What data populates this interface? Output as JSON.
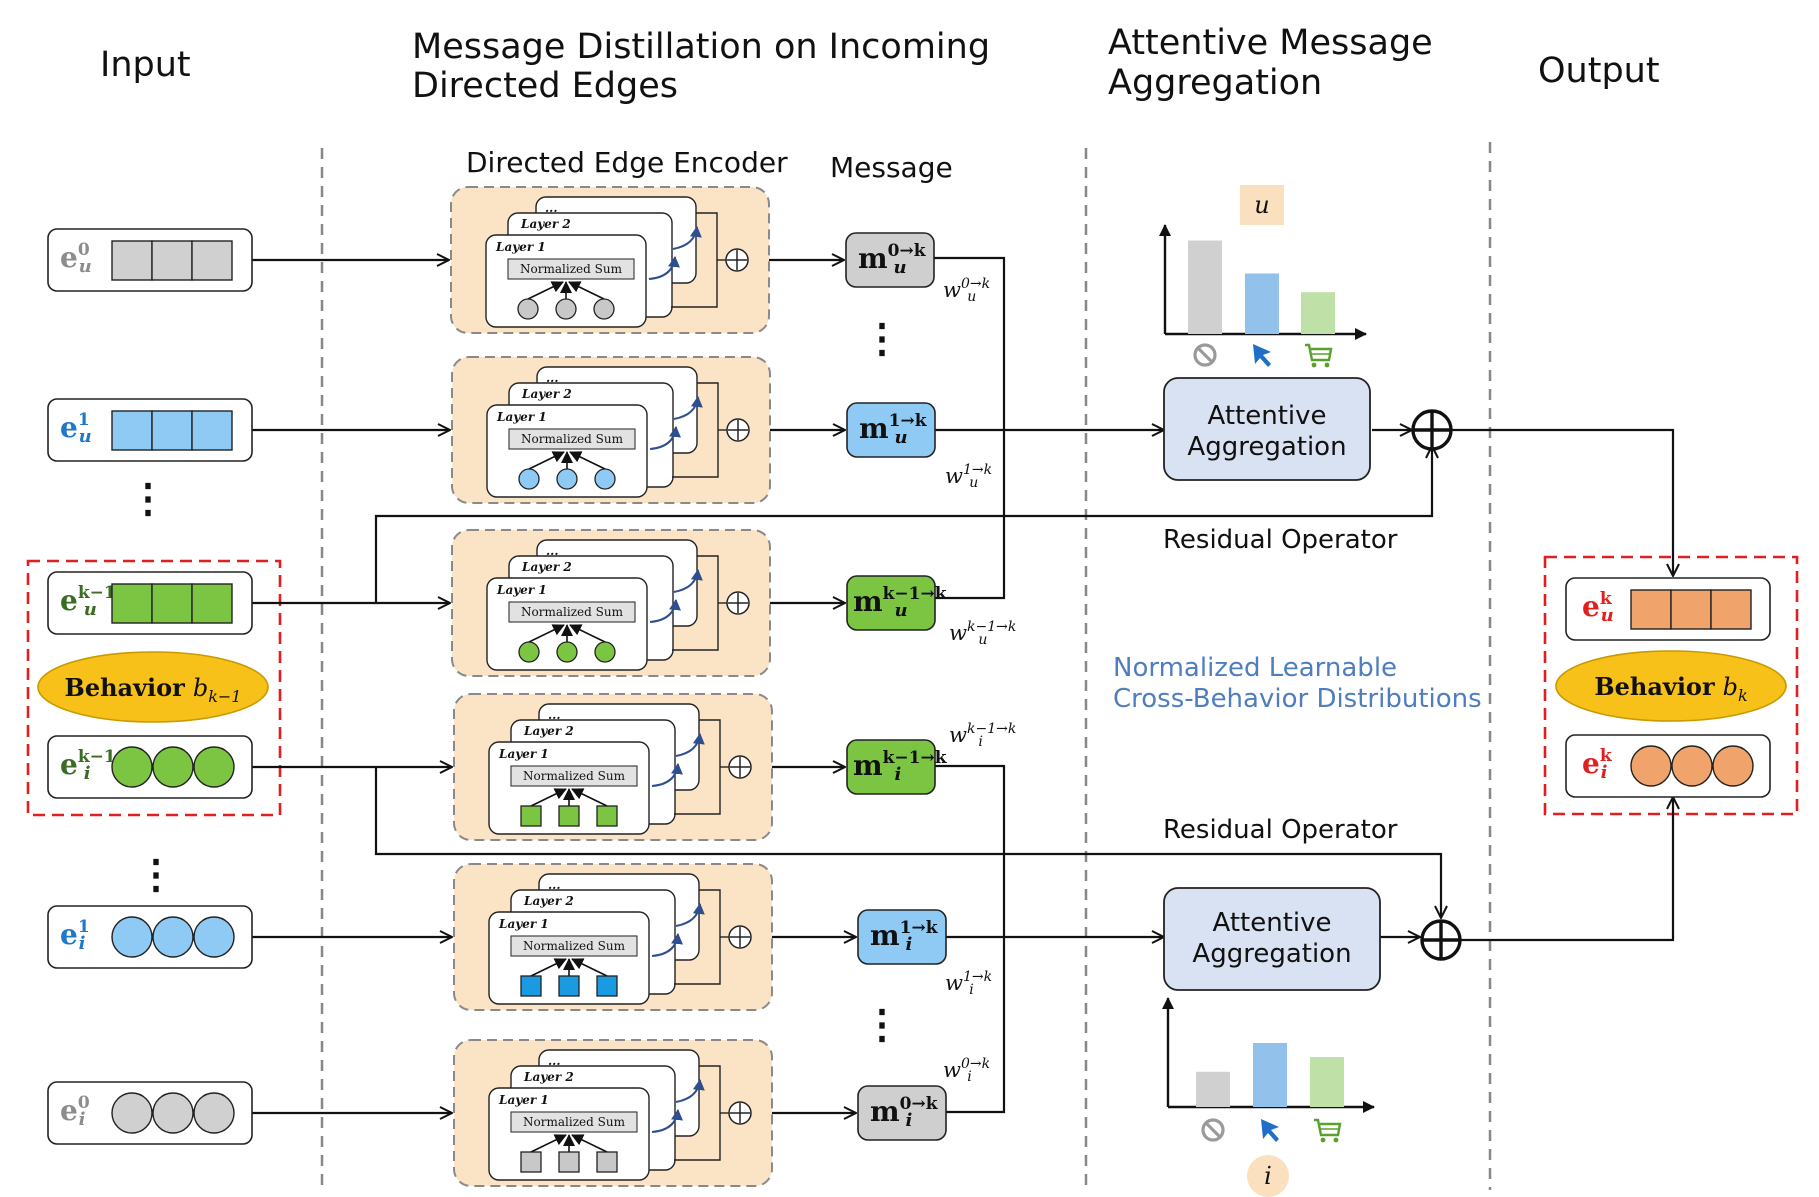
{
  "headers": {
    "input": "Input",
    "distill_line1": "Message Distillation on Incoming",
    "distill_line2": "Directed Edges",
    "aggregation_line1": "Attentive Message",
    "aggregation_line2": "Aggregation",
    "output": "Output"
  },
  "subheaders": {
    "encoder": "Directed Edge Encoder",
    "message": "Message"
  },
  "encoder_box": {
    "layer_top": "...",
    "layer2": "Layer 2",
    "layer1": "Layer 1",
    "norm_sum": "Normalized Sum"
  },
  "inputs": [
    {
      "base": "e",
      "sup": "0",
      "sub": "u",
      "color": "#8c8c8c",
      "cell_color": "#d0d0d0",
      "shape": "rect"
    },
    {
      "base": "e",
      "sup": "1",
      "sub": "u",
      "color": "#1f78c8",
      "cell_color": "#8fcaf5",
      "shape": "rect"
    },
    {
      "base": "e",
      "sup": "k−1",
      "sub": "u",
      "color": "#3b6b24",
      "cell_color": "#7cc542",
      "shape": "rect"
    },
    {
      "base": "e",
      "sup": "k−1",
      "sub": "i",
      "color": "#3b6b24",
      "cell_color": "#7cc542",
      "shape": "circle"
    },
    {
      "base": "e",
      "sup": "1",
      "sub": "i",
      "color": "#1f78c8",
      "cell_color": "#8fcaf5",
      "shape": "circle"
    },
    {
      "base": "e",
      "sup": "0",
      "sub": "i",
      "color": "#8c8c8c",
      "cell_color": "#d0d0d0",
      "shape": "circle"
    }
  ],
  "input_behavior": {
    "label": "Behavior",
    "var": "b",
    "sub": "k−1"
  },
  "output_behavior": {
    "label": "Behavior",
    "var": "b",
    "sub": "k"
  },
  "outputs": [
    {
      "base": "e",
      "sup": "k",
      "sub": "u",
      "color": "#e02020",
      "cell_color": "#f0a46c",
      "shape": "rect"
    },
    {
      "base": "e",
      "sup": "k",
      "sub": "i",
      "color": "#e02020",
      "cell_color": "#f0a46c",
      "shape": "circle"
    }
  ],
  "encoders": [
    {
      "node_color": "#c8c8c8",
      "node_shape": "circle"
    },
    {
      "node_color": "#8fcaf5",
      "node_shape": "circle"
    },
    {
      "node_color": "#7cc542",
      "node_shape": "circle"
    },
    {
      "node_color": "#7cc542",
      "node_shape": "square"
    },
    {
      "node_color": "#1a9ae0",
      "node_shape": "square"
    },
    {
      "node_color": "#c8c8c8",
      "node_shape": "square"
    }
  ],
  "messages": [
    {
      "base": "m",
      "sub": "u",
      "sup": "0→k",
      "fill": "#cfcfcf"
    },
    {
      "base": "m",
      "sub": "u",
      "sup": "1→k",
      "fill": "#8fcaf5"
    },
    {
      "base": "m",
      "sub": "u",
      "sup": "k−1→k",
      "fill": "#7cc542"
    },
    {
      "base": "m",
      "sub": "i",
      "sup": "k−1→k",
      "fill": "#7cc542"
    },
    {
      "base": "m",
      "sub": "i",
      "sup": "1→k",
      "fill": "#8fcaf5"
    },
    {
      "base": "m",
      "sub": "i",
      "sup": "0→k",
      "fill": "#cfcfcf"
    }
  ],
  "weights": [
    {
      "base": "w",
      "sub": "u",
      "sup": "0→k"
    },
    {
      "base": "w",
      "sub": "u",
      "sup": "1→k"
    },
    {
      "base": "w",
      "sub": "u",
      "sup": "k−1→k"
    },
    {
      "base": "w",
      "sub": "i",
      "sup": "k−1→k"
    },
    {
      "base": "w",
      "sub": "i",
      "sup": "1→k"
    },
    {
      "base": "w",
      "sub": "i",
      "sup": "0→k"
    }
  ],
  "aggregators": [
    {
      "line1": "Attentive",
      "line2": "Aggregation"
    },
    {
      "line1": "Attentive",
      "line2": "Aggregation"
    }
  ],
  "residual_labels": [
    "Residual Operator",
    "Residual Operator"
  ],
  "distribution_caption_line1": "Normalized Learnable",
  "distribution_caption_line2": "Cross-Behavior Distributions",
  "distributions": [
    {
      "tag": "u",
      "tag_bg": "#fbe0c0",
      "levels": [
        0.85,
        0.55,
        0.38
      ],
      "colors": [
        "#d0d0d0",
        "#92c1ec",
        "#bfe0a6"
      ]
    },
    {
      "tag": "i",
      "tag_bg": "#fbe0c0",
      "levels": [
        0.55,
        1.0,
        0.78
      ],
      "colors": [
        "#d0d0d0",
        "#92c1ec",
        "#bfe0a6"
      ]
    }
  ],
  "behavior_icons": [
    {
      "name": "block-icon",
      "color": "#9a9a9a"
    },
    {
      "name": "click-cursor-icon",
      "color": "#1f6fc8"
    },
    {
      "name": "shopping-cart-icon",
      "color": "#5aa02c"
    }
  ],
  "vertical_dots": "⋮"
}
